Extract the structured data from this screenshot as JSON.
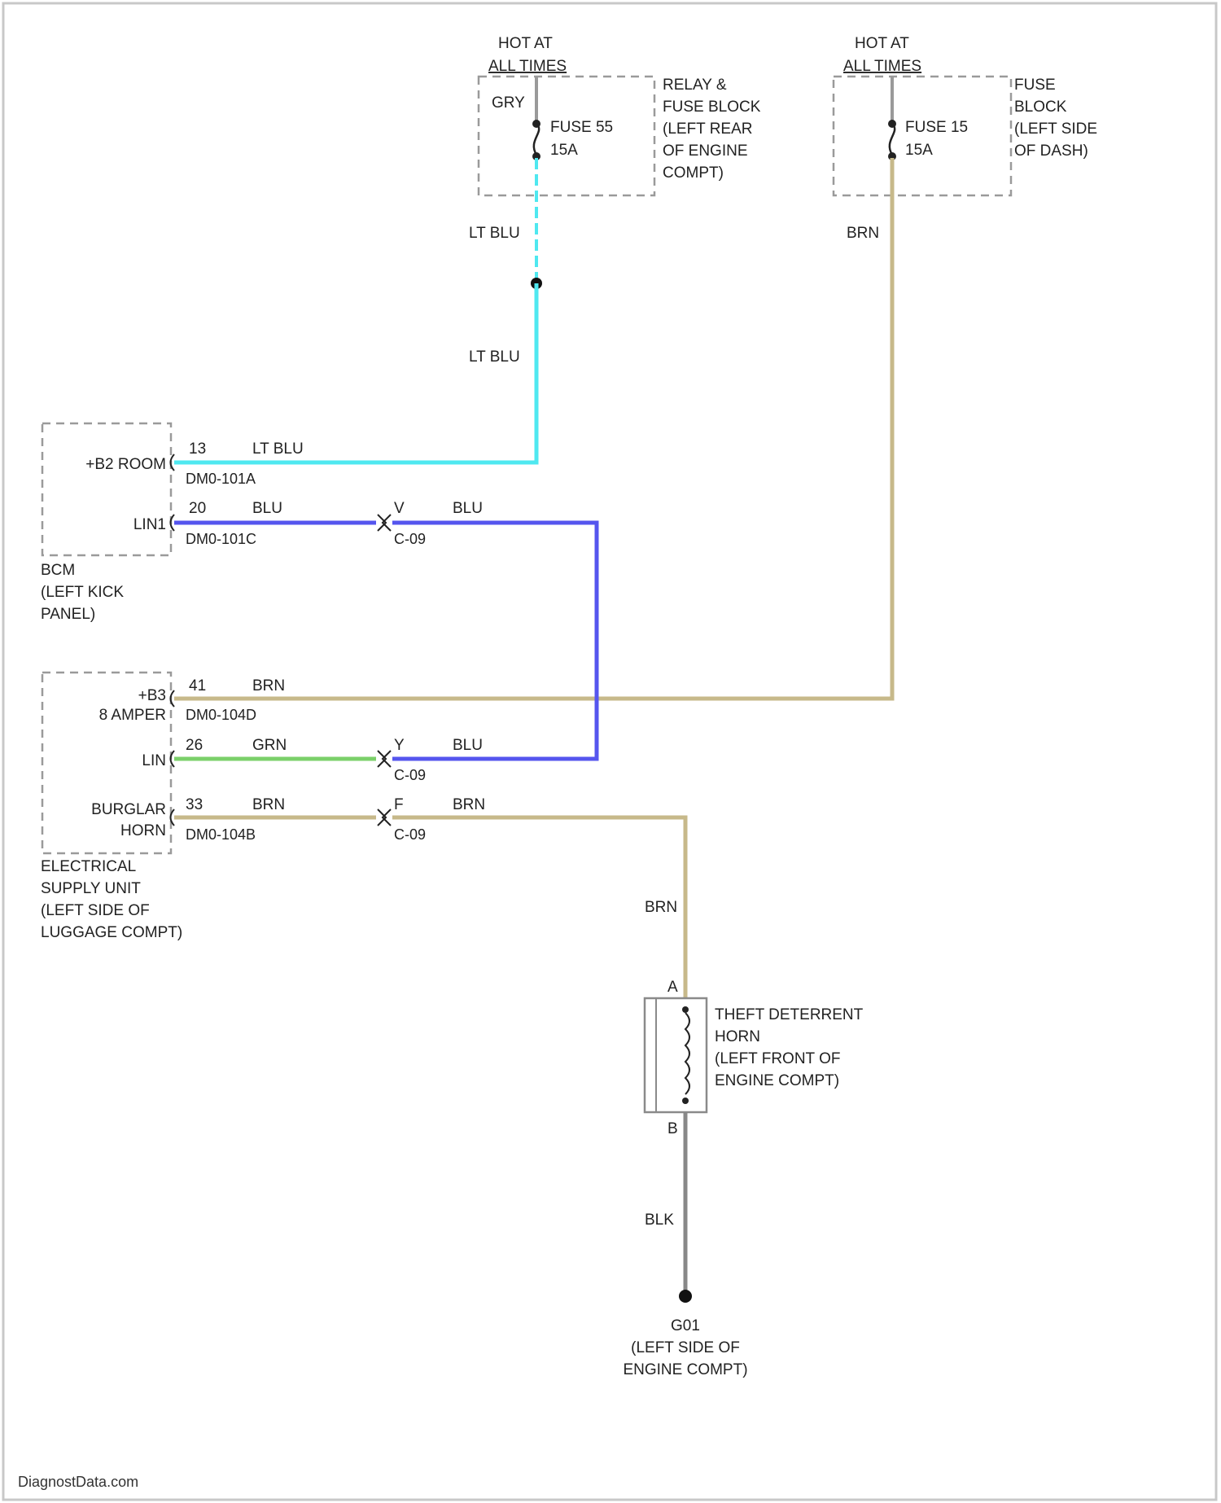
{
  "colors": {
    "lt_blu": "#4fe8f0",
    "blu": "#5555ee",
    "brn": "#c7b98a",
    "grn": "#7bd06a",
    "gry": "#9a9a9a",
    "blk": "#888888",
    "outline": "#9a9a9a",
    "text": "#222222"
  },
  "fuse_55": {
    "hot_line1": "HOT AT",
    "hot_line2": "ALL TIMES",
    "wire_in": "GRY",
    "name": "FUSE 55",
    "rating": "15A",
    "block": [
      "RELAY &",
      "FUSE BLOCK",
      "(LEFT REAR",
      "OF ENGINE",
      "COMPT)"
    ]
  },
  "fuse_15": {
    "hot_line1": "HOT AT",
    "hot_line2": "ALL TIMES",
    "name": "FUSE 15",
    "rating": "15A",
    "block": [
      "FUSE",
      "BLOCK",
      "(LEFT SIDE",
      "OF DASH)"
    ]
  },
  "wires": {
    "lt_blu_upper": "LT BLU",
    "lt_blu_lower": "LT BLU",
    "brn_vertical": "BRN",
    "brn_horn": "BRN",
    "blk_ground": "BLK"
  },
  "bcm": {
    "pin1_label": "+B2 ROOM",
    "pin1_num": "13",
    "pin1_wire": "LT BLU",
    "pin1_conn": "DM0-101A",
    "pin2_label": "LIN1",
    "pin2_num": "20",
    "pin2_wire": "BLU",
    "pin2_conn": "DM0-101C",
    "inline_num": "V",
    "inline_wire": "BLU",
    "inline_conn": "C-09",
    "caption": [
      "BCM",
      "(LEFT KICK",
      "PANEL)"
    ]
  },
  "esu": {
    "pin1_label1": "+B3",
    "pin1_label2": "8 AMPER",
    "pin1_num": "41",
    "pin1_wire": "BRN",
    "pin1_conn": "DM0-104D",
    "pin2_label": "LIN",
    "pin2_num": "26",
    "pin2_wire": "GRN",
    "pin2_inline_num": "Y",
    "pin2_inline_wire": "BLU",
    "pin2_inline_conn": "C-09",
    "pin3_label1": "BURGLAR",
    "pin3_label2": "HORN",
    "pin3_num": "33",
    "pin3_wire": "BRN",
    "pin3_conn": "DM0-104B",
    "pin3_inline_num": "F",
    "pin3_inline_wire": "BRN",
    "pin3_inline_conn": "C-09",
    "caption": [
      "ELECTRICAL",
      "SUPPLY UNIT",
      "(LEFT SIDE OF",
      "LUGGAGE COMPT)"
    ]
  },
  "horn": {
    "pin_a": "A",
    "pin_b": "B",
    "caption": [
      "THEFT DETERRENT",
      "HORN",
      "(LEFT FRONT OF",
      "ENGINE COMPT)"
    ]
  },
  "ground": {
    "caption": [
      "G01",
      "(LEFT SIDE OF",
      "ENGINE COMPT)"
    ]
  },
  "watermark": "DiagnostData.com"
}
